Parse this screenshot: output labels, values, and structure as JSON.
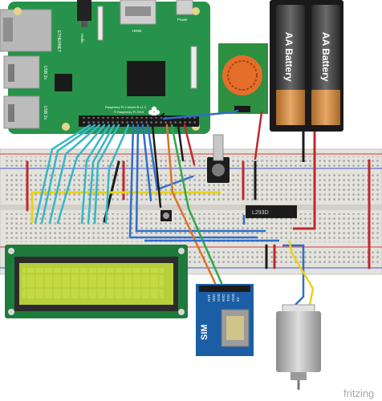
{
  "raspberry_pi": {
    "ethernet_label": "ETHERNET",
    "usb1_label": "USB 2x",
    "usb2_label": "USB 2x",
    "audio_label": "Audio",
    "hdmi_label": "HDMI",
    "power_label": "Power",
    "board_text": "Raspberry Pi 3 Model B v1.2",
    "copyright_text": "© Raspberry Pi 2015"
  },
  "battery": {
    "cell_1": "AA Battery",
    "cell_2": "AA Battery"
  },
  "ic": {
    "label": "L293D"
  },
  "sim_module": {
    "label": "SIM",
    "pins": [
      "5V",
      "GND",
      "TXD",
      "RXD",
      "GND",
      "VDD",
      "RST"
    ]
  },
  "watermark": "fritzing",
  "colors": {
    "pcb": "#27934a",
    "lcd_board": "#1e7b3b",
    "lcd_screen": "#b6cf3a",
    "breadboard": "#e4e2dc",
    "wire_cyan": "#36b7c6",
    "wire_blue": "#2f6fc9",
    "wire_red": "#c0282b",
    "wire_black": "#1b1b1b",
    "wire_yellow": "#e8d31a",
    "wire_green": "#2ea84a",
    "wire_orange": "#d8752a",
    "module_blue": "#1b5ea6",
    "sensor_orange": "#e46f2a",
    "motor_silver": "#b5b5b5"
  },
  "icons": [
    "raspberry-pi-logo-icon",
    "sound-sensor-icon",
    "potentiometer-icon",
    "push-button-icon",
    "dc-motor-icon"
  ]
}
